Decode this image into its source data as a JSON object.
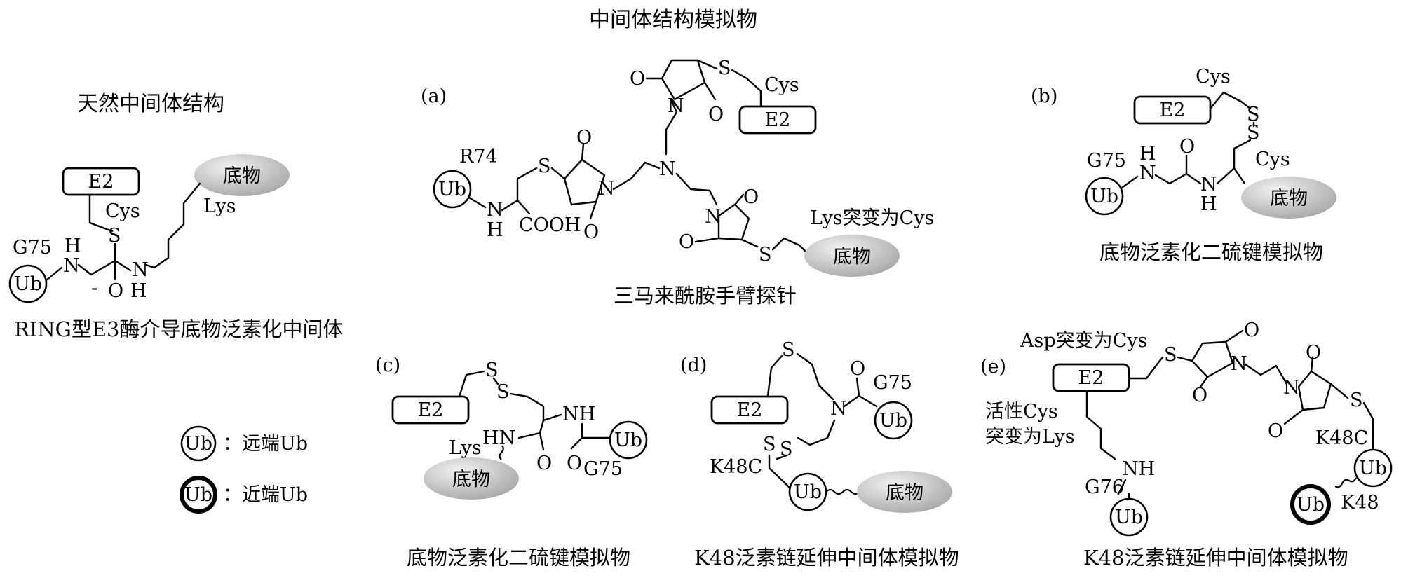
{
  "main_title": "中间体结构模拟物",
  "panels": {
    "native": {
      "heading": "天然中间体结构",
      "caption": "RING型E3酶介导底物泛素化中间体",
      "labels": {
        "e2": "E2",
        "cys": "Cys",
        "s": "S",
        "lys": "Lys",
        "substrate": "底物",
        "g75": "G75",
        "ub": "Ub",
        "n": "N",
        "h": "H",
        "o": "O",
        "minus": "-"
      }
    },
    "a": {
      "tag": "(a)",
      "caption": "三马来酰胺手臂探针",
      "labels": {
        "r74": "R74",
        "ub": "Ub",
        "n": "N",
        "h": "H",
        "cooh": "COOH",
        "s": "S",
        "o": "O",
        "cys": "Cys",
        "e2": "E2",
        "lys_mut": "Lys突变为Cys",
        "substrate": "底物"
      }
    },
    "b": {
      "tag": "(b)",
      "caption": "底物泛素化二硫键模拟物",
      "labels": {
        "cys": "Cys",
        "e2": "E2",
        "s": "S",
        "g75": "G75",
        "h": "H",
        "n": "N",
        "o": "O",
        "ub": "Ub",
        "substrate": "底物"
      }
    },
    "c": {
      "tag": "(c)",
      "caption": "底物泛素化二硫键模拟物",
      "labels": {
        "e2": "E2",
        "s": "S",
        "lys": "Lys",
        "hn": "HN",
        "nh": "NH",
        "o": "O",
        "g75": "G75",
        "ub": "Ub",
        "substrate": "底物"
      }
    },
    "d": {
      "tag": "(d)",
      "caption": "K48泛素链延伸中间体模拟物",
      "labels": {
        "s": "S",
        "o": "O",
        "g75": "G75",
        "e2": "E2",
        "n": "N",
        "ub": "Ub",
        "k48c": "K48C",
        "substrate": "底物"
      }
    },
    "e": {
      "tag": "(e)",
      "caption": "K48泛素链延伸中间体模拟物",
      "labels": {
        "asp_mut": "Asp突变为Cys",
        "s": "S",
        "o": "O",
        "n": "N",
        "e2": "E2",
        "active1": "活性Cys",
        "active2": "突变为Lys",
        "nh": "NH",
        "g76": "G76",
        "ub": "Ub",
        "k48c": "K48C",
        "k48": "K48"
      }
    }
  },
  "legend": {
    "ub": "Ub",
    "distal": "：远端Ub",
    "proximal": "：近端Ub"
  },
  "colors": {
    "substrate_fill_light": "#f2f2f2",
    "substrate_fill_dark": "#a6a6a6",
    "line": "#000000"
  }
}
